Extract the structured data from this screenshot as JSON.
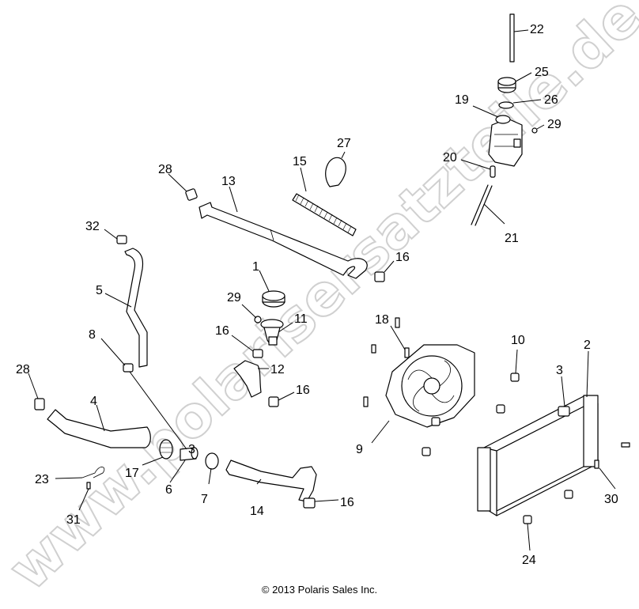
{
  "watermark": "www.polarisersatzteile.de",
  "copyright": "© 2013 Polaris Sales Inc.",
  "callouts": {
    "c1": "1",
    "c2": "2",
    "c3a": "3",
    "c3b": "3",
    "c4": "4",
    "c5": "5",
    "c6": "6",
    "c7": "7",
    "c8": "8",
    "c9": "9",
    "c10": "10",
    "c11": "11",
    "c12": "12",
    "c13": "13",
    "c14": "14",
    "c15": "15",
    "c16a": "16",
    "c16b": "16",
    "c16c": "16",
    "c16d": "16",
    "c17": "17",
    "c18": "18",
    "c19": "19",
    "c20": "20",
    "c21": "21",
    "c22": "22",
    "c23": "23",
    "c24": "24",
    "c25": "25",
    "c26": "26",
    "c27": "27",
    "c28a": "28",
    "c28b": "28",
    "c29a": "29",
    "c29b": "29",
    "c30": "30",
    "c31": "31",
    "c32": "32"
  }
}
